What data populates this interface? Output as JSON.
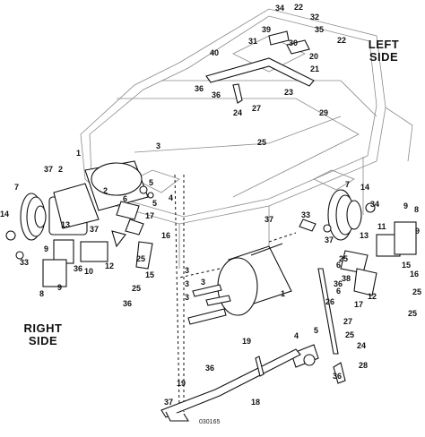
{
  "labels": {
    "left_side": [
      "LEFT",
      "SIDE"
    ],
    "right_side": [
      "RIGHT",
      "SIDE"
    ],
    "figure_id": "030165"
  },
  "callouts": [
    "1",
    "1",
    "2",
    "2",
    "3",
    "3",
    "3",
    "3",
    "3",
    "4",
    "4",
    "5",
    "5",
    "5",
    "6",
    "6",
    "6",
    "7",
    "7",
    "8",
    "8",
    "9",
    "9",
    "9",
    "9",
    "10",
    "11",
    "12",
    "12",
    "13",
    "13",
    "14",
    "14",
    "15",
    "15",
    "16",
    "16",
    "17",
    "17",
    "18",
    "19",
    "19",
    "20",
    "21",
    "22",
    "22",
    "23",
    "24",
    "24",
    "25",
    "25",
    "25",
    "25",
    "25",
    "25",
    "25",
    "26",
    "27",
    "27",
    "28",
    "29",
    "30",
    "31",
    "32",
    "33",
    "33",
    "34",
    "34",
    "35",
    "36",
    "36",
    "36",
    "36",
    "36",
    "36",
    "36",
    "37",
    "37",
    "37",
    "37",
    "37",
    "38",
    "39",
    "40"
  ]
}
